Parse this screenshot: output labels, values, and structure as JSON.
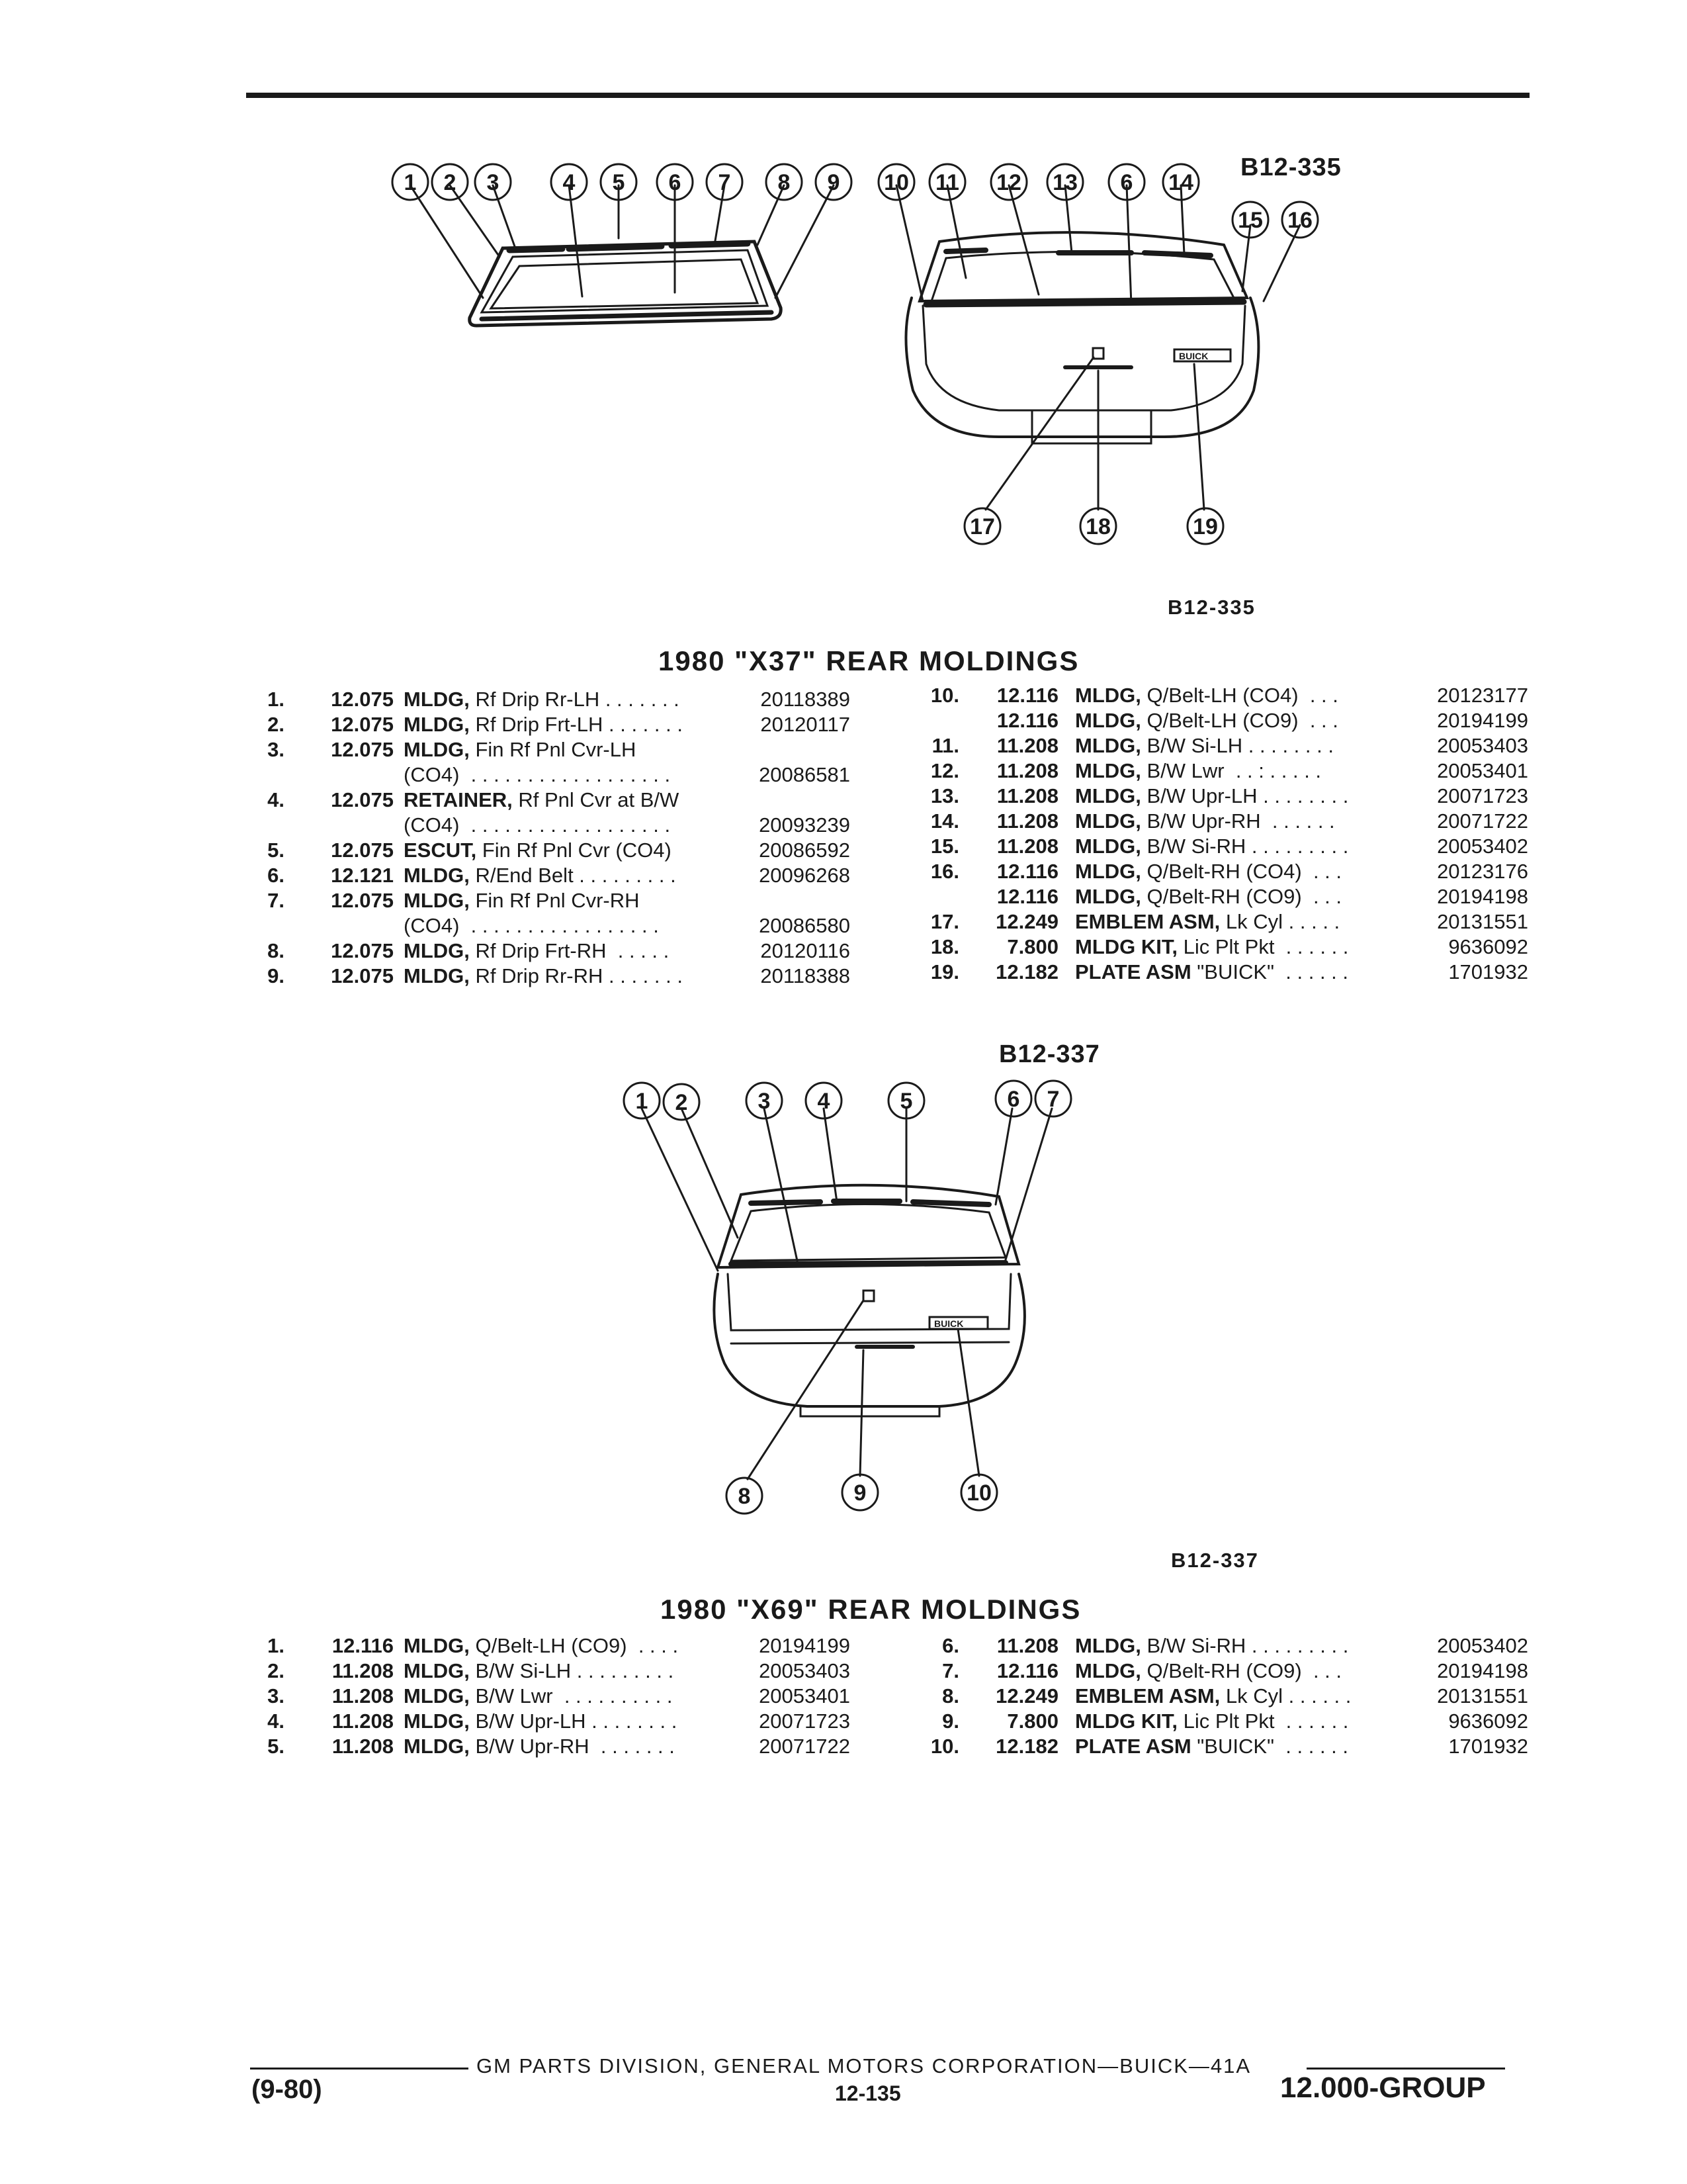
{
  "figures": {
    "x37": {
      "code_top": "B12-335",
      "code_caption": "B12-335",
      "callouts": [
        "1",
        "2",
        "3",
        "4",
        "5",
        "6",
        "7",
        "8",
        "9",
        "10",
        "11",
        "12",
        "13",
        "6",
        "14",
        "15",
        "16",
        "17",
        "18",
        "19"
      ],
      "emblem_text": "BUICK"
    },
    "x69": {
      "code_top": "B12-337",
      "code_caption": "B12-337",
      "callouts": [
        "1",
        "2",
        "3",
        "4",
        "5",
        "6",
        "7",
        "8",
        "9",
        "10"
      ],
      "emblem_text": "BUICK"
    }
  },
  "x37": {
    "title": "1980 \"X37\" REAR MOLDINGS",
    "left": [
      {
        "num": "1.",
        "group": "12.075",
        "name": "MLDG,",
        "desc": " Rf Drip Rr-LH",
        "leader": " . . . . . . . ",
        "part": "20118389"
      },
      {
        "num": "2.",
        "group": "12.075",
        "name": "MLDG,",
        "desc": " Rf Drip Frt-LH",
        "leader": " . . . . . . . ",
        "part": "20120117"
      },
      {
        "num": "3.",
        "group": "12.075",
        "name": "MLDG,",
        "desc": " Fin Rf Pnl Cvr-LH",
        "leader": "",
        "part": ""
      },
      {
        "num": "",
        "group": "",
        "name": "",
        "desc": "(CO4)",
        "leader": "  . . . . . . . . . . . . . . . . . . ",
        "part": "20086581"
      },
      {
        "num": "4.",
        "group": "12.075",
        "name": "RETAINER,",
        "desc": " Rf Pnl Cvr at B/W",
        "leader": "",
        "part": ""
      },
      {
        "num": "",
        "group": "",
        "name": "",
        "desc": "(CO4)",
        "leader": "  . . . . . . . . . . . . . . . . . . ",
        "part": "20093239"
      },
      {
        "num": "5.",
        "group": "12.075",
        "name": "ESCUT,",
        "desc": " Fin Rf Pnl Cvr (CO4)",
        "leader": " ",
        "part": "20086592"
      },
      {
        "num": "6.",
        "group": "12.121",
        "name": "MLDG,",
        "desc": " R/End Belt",
        "leader": " . . . . . . . . . ",
        "part": "20096268"
      },
      {
        "num": "7.",
        "group": "12.075",
        "name": "MLDG,",
        "desc": " Fin Rf Pnl Cvr-RH",
        "leader": "",
        "part": ""
      },
      {
        "num": "",
        "group": "",
        "name": "",
        "desc": "(CO4)",
        "leader": "  . . . . . . . . . . . . . . . . . ",
        "part": "20086580"
      },
      {
        "num": "8.",
        "group": "12.075",
        "name": "MLDG,",
        "desc": " Rf Drip Frt-RH",
        "leader": "  . . . . . ",
        "part": "20120116"
      },
      {
        "num": "9.",
        "group": "12.075",
        "name": "MLDG,",
        "desc": " Rf Drip Rr-RH",
        "leader": " . . . . . . . ",
        "part": "20118388"
      }
    ],
    "right": [
      {
        "num": "10.",
        "group": "12.116",
        "name": "MLDG,",
        "desc": " Q/Belt-LH (CO4)",
        "leader": "  . . . ",
        "part": "20123177"
      },
      {
        "num": "",
        "group": "12.116",
        "name": "MLDG,",
        "desc": " Q/Belt-LH (CO9)",
        "leader": "  . . . ",
        "part": "20194199"
      },
      {
        "num": "11.",
        "group": "11.208",
        "name": "MLDG,",
        "desc": " B/W Si-LH",
        "leader": " . . . . . . . . ",
        "part": "20053403"
      },
      {
        "num": "12.",
        "group": "11.208",
        "name": "MLDG,",
        "desc": " B/W Lwr",
        "leader": "  . . : . . . . . ",
        "part": "20053401"
      },
      {
        "num": "13.",
        "group": "11.208",
        "name": "MLDG,",
        "desc": " B/W Upr-LH",
        "leader": " . . . . . . . . ",
        "part": "20071723"
      },
      {
        "num": "14.",
        "group": "11.208",
        "name": "MLDG,",
        "desc": " B/W Upr-RH",
        "leader": "  . . . . . . ",
        "part": "20071722"
      },
      {
        "num": "15.",
        "group": "11.208",
        "name": "MLDG,",
        "desc": " B/W Si-RH",
        "leader": " . . . . . . . . . ",
        "part": "20053402"
      },
      {
        "num": "16.",
        "group": "12.116",
        "name": "MLDG,",
        "desc": " Q/Belt-RH (CO4)",
        "leader": "  . . . ",
        "part": "20123176"
      },
      {
        "num": "",
        "group": "12.116",
        "name": "MLDG,",
        "desc": " Q/Belt-RH (CO9)",
        "leader": "  . . . ",
        "part": "20194198"
      },
      {
        "num": "17.",
        "group": "12.249",
        "name": "EMBLEM ASM,",
        "desc": " Lk Cyl",
        "leader": " . . . . . ",
        "part": "20131551"
      },
      {
        "num": "18.",
        "group": "7.800",
        "name": "MLDG KIT,",
        "desc": " Lic Plt Pkt",
        "leader": "  . . . . . . ",
        "part": "9636092"
      },
      {
        "num": "19.",
        "group": "12.182",
        "name": "PLATE ASM",
        "desc": " \"BUICK\"",
        "leader": "  . . . . . . ",
        "part": "1701932"
      }
    ]
  },
  "x69": {
    "title": "1980 \"X69\" REAR MOLDINGS",
    "left": [
      {
        "num": "1.",
        "group": "12.116",
        "name": "MLDG,",
        "desc": " Q/Belt-LH (CO9)",
        "leader": "  . . . . ",
        "part": "20194199"
      },
      {
        "num": "2.",
        "group": "11.208",
        "name": "MLDG,",
        "desc": " B/W Si-LH",
        "leader": " . . . . . . . . . ",
        "part": "20053403"
      },
      {
        "num": "3.",
        "group": "11.208",
        "name": "MLDG,",
        "desc": " B/W Lwr",
        "leader": "  . . . . . . . . . . ",
        "part": "20053401"
      },
      {
        "num": "4.",
        "group": "11.208",
        "name": "MLDG,",
        "desc": " B/W Upr-LH",
        "leader": " . . . . . . . . ",
        "part": "20071723"
      },
      {
        "num": "5.",
        "group": "11.208",
        "name": "MLDG,",
        "desc": " B/W Upr-RH",
        "leader": "  . . . . . . . ",
        "part": "20071722"
      }
    ],
    "right": [
      {
        "num": "6.",
        "group": "11.208",
        "name": "MLDG,",
        "desc": " B/W Si-RH",
        "leader": " . . . . . . . . . ",
        "part": "20053402"
      },
      {
        "num": "7.",
        "group": "12.116",
        "name": "MLDG,",
        "desc": " Q/Belt-RH (CO9)",
        "leader": "  . . . ",
        "part": "20194198"
      },
      {
        "num": "8.",
        "group": "12.249",
        "name": "EMBLEM ASM,",
        "desc": " Lk Cyl",
        "leader": " . . . . . . ",
        "part": "20131551"
      },
      {
        "num": "9.",
        "group": "7.800",
        "name": "MLDG KIT,",
        "desc": " Lic Plt Pkt",
        "leader": "  . . . . . . ",
        "part": "9636092"
      },
      {
        "num": "10.",
        "group": "12.182",
        "name": "PLATE ASM",
        "desc": " \"BUICK\"",
        "leader": "  . . . . . . ",
        "part": "1701932"
      }
    ]
  },
  "footer": {
    "division": "GM PARTS DIVISION, GENERAL MOTORS CORPORATION—BUICK—41A",
    "date": "(9-80)",
    "page": "12-135",
    "group": "12.000-GROUP"
  }
}
